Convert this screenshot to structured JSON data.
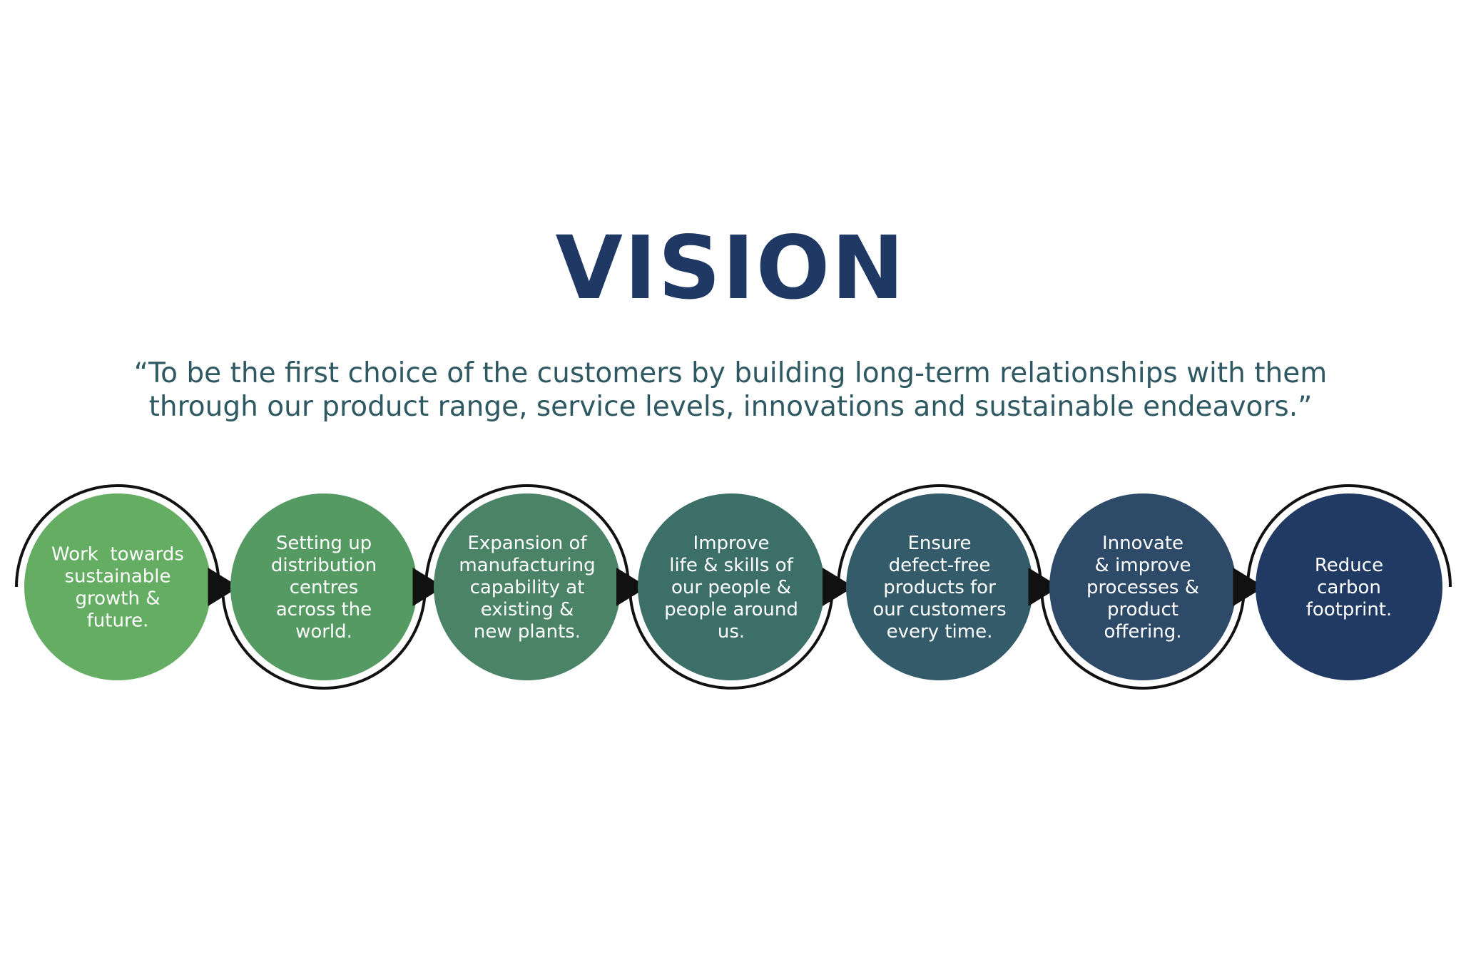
{
  "title": "VISION",
  "quote": {
    "line1": "“To be the first choice of the customers by building long-term relationships with them",
    "line2": "through our product range, service levels, innovations and sustainable endeavors.”"
  },
  "colors": {
    "title": "#1f3864",
    "quote": "#2f5962",
    "arc": "#111111",
    "arrow": "#111111",
    "text": "#ffffff"
  },
  "steps": [
    {
      "lines": [
        "Work  towards",
        "sustainable",
        "growth &",
        "future."
      ],
      "color": "#65ad63"
    },
    {
      "lines": [
        "Setting up",
        "distribution",
        "centres",
        "across the",
        "world."
      ],
      "color": "#569a63"
    },
    {
      "lines": [
        "Expansion of",
        "manufacturing",
        "capability at",
        "existing &",
        "new plants."
      ],
      "color": "#4a8366"
    },
    {
      "lines": [
        "Improve",
        "life & skills of",
        "our people &",
        "people around",
        "us."
      ],
      "color": "#3d6f69"
    },
    {
      "lines": [
        "Ensure",
        "defect-free",
        "products for",
        "our customers",
        "every time."
      ],
      "color": "#335b69"
    },
    {
      "lines": [
        "Innovate",
        "& improve",
        "processes &",
        "product",
        "offering."
      ],
      "color": "#2d4a68"
    },
    {
      "lines": [
        "Reduce",
        "carbon",
        "footprint."
      ],
      "color": "#213a63"
    }
  ]
}
